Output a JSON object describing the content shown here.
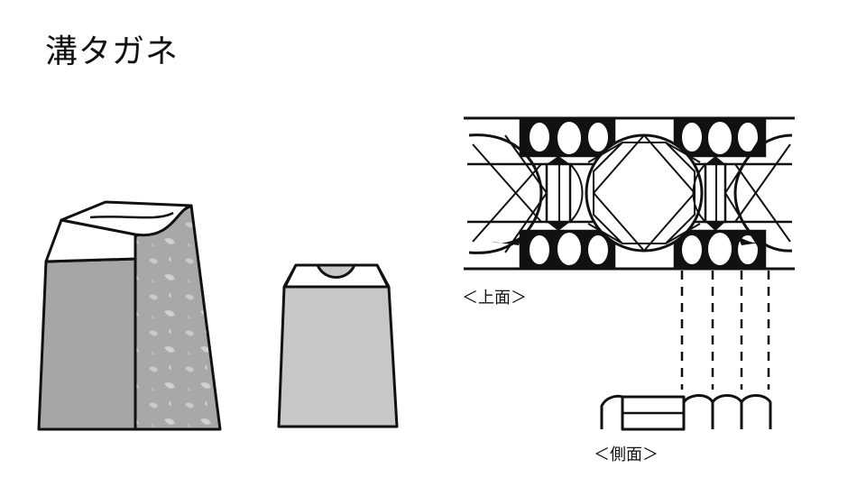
{
  "title": "溝タガネ",
  "captions": {
    "top_view": "＜上面＞",
    "side_view": "＜側面＞"
  },
  "colors": {
    "line": "#111111",
    "tool_gray": "#a9a9a9",
    "tool_gray_light": "#c8c8c8",
    "paper": "#ffffff"
  }
}
